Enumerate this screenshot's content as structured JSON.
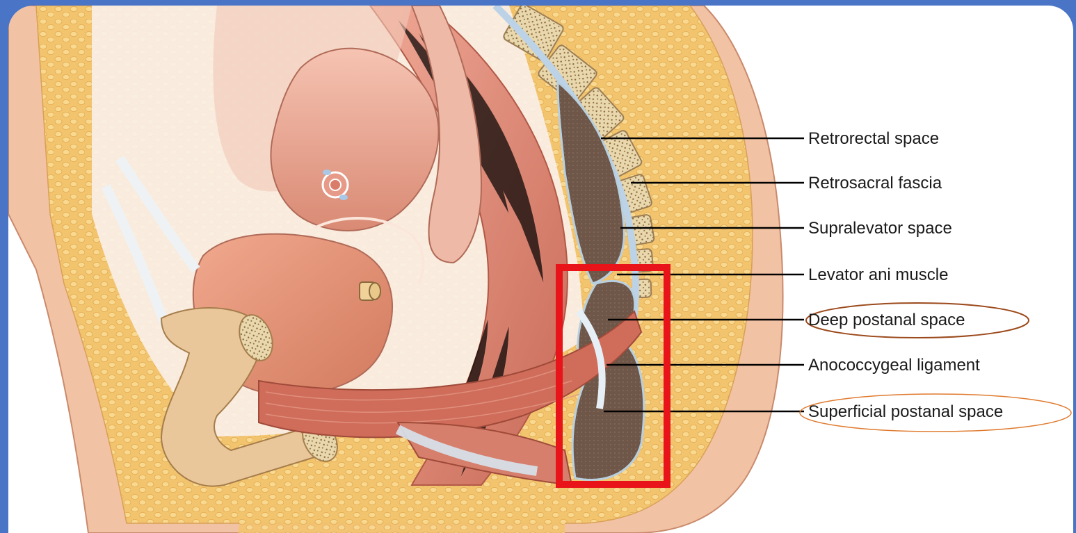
{
  "labels": [
    {
      "id": "retrorectal-space",
      "text": "Retrorectal space"
    },
    {
      "id": "retrosacral-fascia",
      "text": "Retrosacral fascia"
    },
    {
      "id": "supralevator-space",
      "text": "Supralevator space"
    },
    {
      "id": "levator-ani-muscle",
      "text": "Levator ani muscle"
    },
    {
      "id": "deep-postanal-space",
      "text": "Deep postanal space",
      "circled": true
    },
    {
      "id": "anococcygeal-ligament",
      "text": "Anococcygeal ligament"
    },
    {
      "id": "superficial-postanal-space",
      "text": "Superficial postanal space",
      "circled": true
    }
  ],
  "highlight_box_color": "#e8141a",
  "circle_color": "#b5651d",
  "frame_color": "#4a74c6"
}
